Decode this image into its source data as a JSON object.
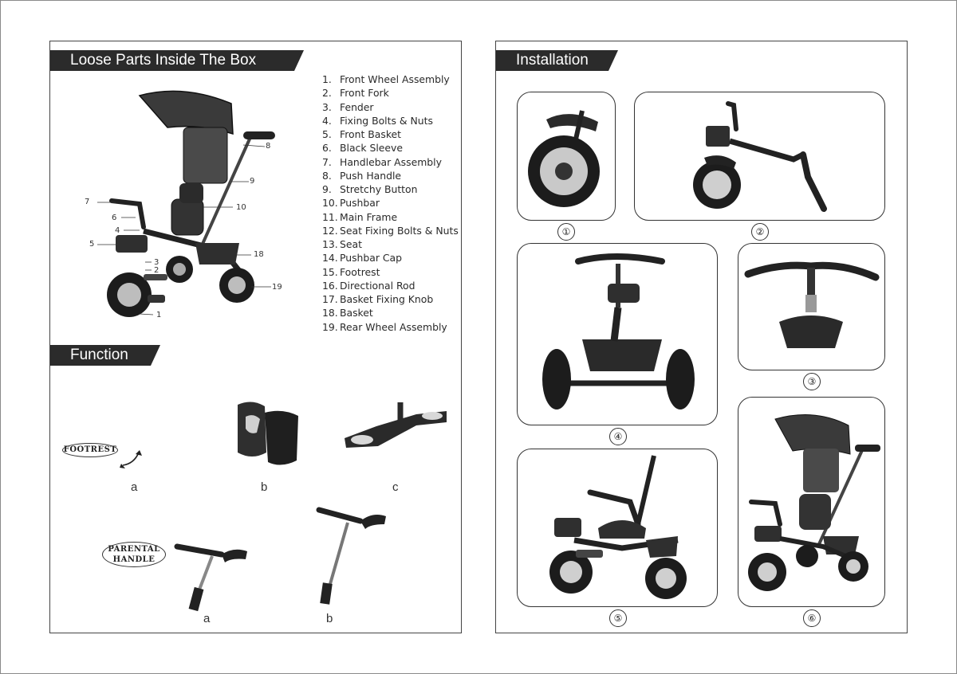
{
  "loose_parts": {
    "title": "Loose Parts Inside The Box",
    "items": [
      {
        "n": "1.",
        "label": "Front Wheel Assembly"
      },
      {
        "n": "2.",
        "label": "Front Fork"
      },
      {
        "n": "3.",
        "label": "Fender"
      },
      {
        "n": "4.",
        "label": "Fixing Bolts & Nuts"
      },
      {
        "n": "5.",
        "label": "Front Basket"
      },
      {
        "n": "6.",
        "label": "Black Sleeve"
      },
      {
        "n": "7.",
        "label": "Handlebar Assembly"
      },
      {
        "n": "8.",
        "label": "Push Handle"
      },
      {
        "n": "9.",
        "label": "Stretchy Button"
      },
      {
        "n": "10.",
        "label": "Pushbar"
      },
      {
        "n": "11.",
        "label": "Main Frame"
      },
      {
        "n": "12.",
        "label": "Seat Fixing Bolts & Nuts"
      },
      {
        "n": "13.",
        "label": "Seat"
      },
      {
        "n": "14.",
        "label": "Pushbar Cap"
      },
      {
        "n": "15.",
        "label": "Footrest"
      },
      {
        "n": "16.",
        "label": "Directional Rod"
      },
      {
        "n": "17.",
        "label": "Basket Fixing Knob"
      },
      {
        "n": "18.",
        "label": "Basket"
      },
      {
        "n": "19.",
        "label": "Rear Wheel Assembly"
      }
    ],
    "callouts": [
      "8",
      "9",
      "7",
      "10",
      "6",
      "4",
      "5",
      "18",
      "3",
      "2",
      "19",
      "1"
    ]
  },
  "function": {
    "title": "Function",
    "footrest_label": "FOOTREST",
    "parental_label_1": "PARENTAL",
    "parental_label_2": "HANDLE",
    "footrest_letters": [
      "a",
      "b",
      "c"
    ],
    "handle_letters": [
      "a",
      "b"
    ]
  },
  "installation": {
    "title": "Installation",
    "steps": [
      "①",
      "②",
      "③",
      "④",
      "⑤",
      "⑥"
    ]
  }
}
